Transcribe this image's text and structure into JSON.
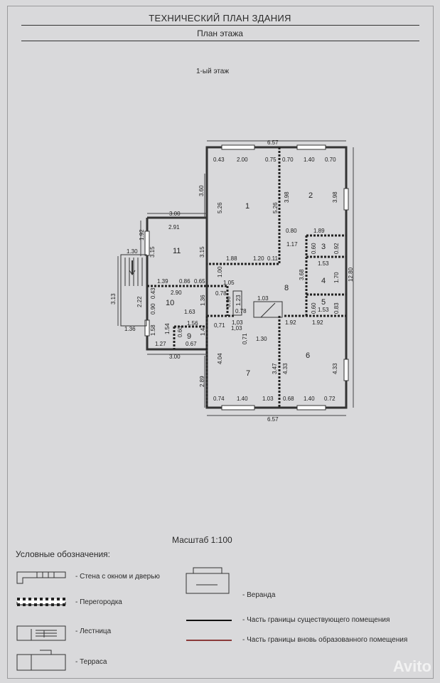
{
  "header": {
    "title": "ТЕХНИЧЕСКИЙ ПЛАН ЗДАНИЯ",
    "subtitle": "План этажа",
    "floor_label": "1-ый этаж"
  },
  "rooms": {
    "r1": "1",
    "r2": "2",
    "r3": "3",
    "r4": "4",
    "r5": "5",
    "r6": "6",
    "r7": "7",
    "r8": "8",
    "r9": "9",
    "r10": "10",
    "r11": "11"
  },
  "dims": {
    "top_total": "6.57",
    "bottom_total": "6.57",
    "right_total": "12.80",
    "d043": "0.43",
    "d200": "2.00",
    "d075": "0.75",
    "d070a": "0.70",
    "d140a": "1.40",
    "d070b": "0.70",
    "d360": "3.60",
    "d526a": "5.26",
    "d526b": "5.26",
    "d398a": "3.98",
    "d398b": "3.98",
    "d300a": "3.00",
    "d291": "2.91",
    "d192": "1.92",
    "d315a": "3.15",
    "d315b": "3.15",
    "d080": "0.80",
    "d189": "1.89",
    "d117": "1.17",
    "d060a": "0.60",
    "d092": "0.92",
    "d188": "1.88",
    "d120": "1.20",
    "d011": "0.11",
    "d130a": "1.30",
    "d139": "1.39",
    "d086": "0.86",
    "d065": "0.65",
    "d100": "1.00",
    "d105": "1.05",
    "d153a": "1.53",
    "d368": "3.68",
    "d170": "1.70",
    "d290": "2.90",
    "d078a": "0.78",
    "d103a": "1.03",
    "d043b": "0.43",
    "d090a": "0.90",
    "d222": "2.22",
    "d313": "3.13",
    "d090b": "0.90",
    "d123": "1.23",
    "d136a": "1.36",
    "d078b": "0.78",
    "d060b": "0.60",
    "d153b": "1.53",
    "d083": "0.83",
    "d163": "1.63",
    "d156": "1.56",
    "d071a": "0,71",
    "d103b": "1,03",
    "d103c": "1,03",
    "d192a": "1.92",
    "d192b": "1.92",
    "d136b": "1.36",
    "d158": "1.58",
    "d154": "1.54",
    "d060c": "0.60",
    "d147": "1.47",
    "d071b": "0,71",
    "d130b": "1.30",
    "d127": "1.27",
    "d067": "0.67",
    "d300b": "3.00",
    "d404": "4.04",
    "d347": "3.47",
    "d433a": "4.33",
    "d433b": "4.33",
    "d289": "2.89",
    "d074": "0.74",
    "d140b": "1.40",
    "d103d": "1.03",
    "d068": "0.68",
    "d140c": "1.40",
    "d072": "0.72"
  },
  "scale": "Масштаб 1:100",
  "legend": {
    "title": "Условные обозначения:",
    "wall": "- Стена с окном и дверью",
    "partition": "- Перегородка",
    "stairs": "- Лестница",
    "terrace": "- Терраса",
    "veranda": "- Веранда",
    "existing": "- Часть границы существующего помещения",
    "new": "- Часть границы вновь образованного помещения"
  },
  "watermark": "Avito"
}
